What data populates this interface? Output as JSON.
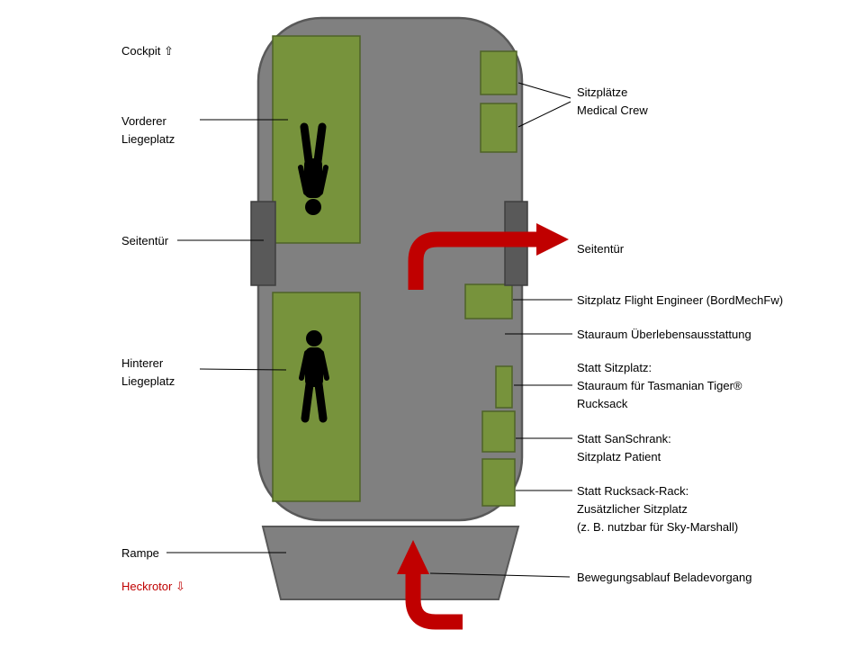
{
  "labels": {
    "cockpit": "Cockpit ⇧",
    "vorderer_liegeplatz": "Vorderer\nLiegeplatz",
    "seitentuer_left": "Seitentür",
    "hinterer_liegeplatz": "Hinterer\nLiegeplatz",
    "rampe": "Rampe",
    "heckrotor": "Heckrotor ⇩",
    "sitzplaetze_medical_crew": "Sitzplätze\nMedical Crew",
    "seitentuer_right": "Seitentür",
    "sitzplatz_flight_engineer": "Sitzplatz Flight Engineer (BordMechFw)",
    "stauraum_ueberleben": "Stauraum Überlebensausstattung",
    "statt_sitzplatz": "Statt Sitzplatz:\nStauraum für Tasmanian Tiger®\nRucksack",
    "statt_sanschrank": "Statt SanSchrank:\nSitzplatz Patient",
    "statt_rucksack_rack": "Statt Rucksack-Rack:\nZusätzlicher Sitzplatz\n(z. B. nutzbar für Sky-Marshall)",
    "bewegungsablauf": "Bewegungsablauf Beladevorgang"
  },
  "colors": {
    "fuselage_fill": "#808080",
    "fuselage_stroke": "#595959",
    "area_green_fill": "#77933C",
    "area_green_stroke": "#4F6228",
    "door_fill": "#595959",
    "door_stroke": "#3F3F3F",
    "ramp_fill": "#808080",
    "ramp_stroke": "#595959",
    "arrow_red": "#C00000",
    "figure_black": "#000000",
    "leader_line": "#000000"
  }
}
